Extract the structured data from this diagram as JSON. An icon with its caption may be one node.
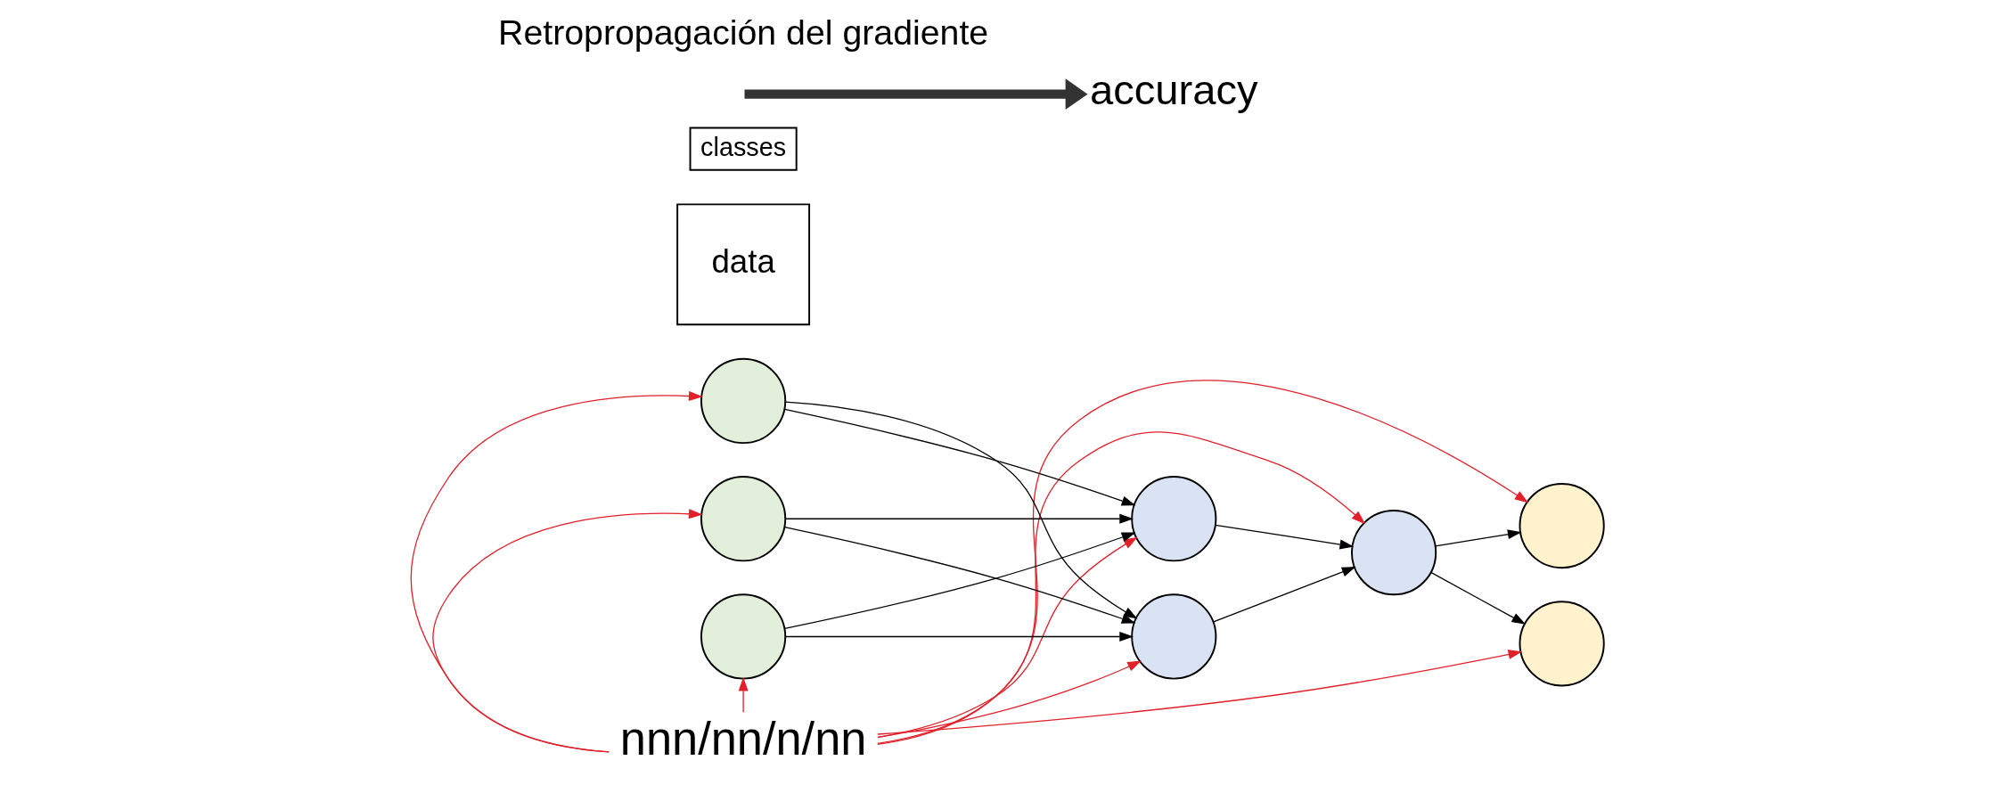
{
  "diagram": {
    "nodes": [
      {
        "text": [
          "nnn/nn/n/nn"
        ]
      },
      {
        "text": [],
        "shape": "circle"
      },
      {
        "text": [],
        "shape": "circle"
      },
      {
        "text": [],
        "shape": "circle"
      },
      {
        "text": [],
        "shape": "circle"
      },
      {
        "text": [],
        "shape": "circle"
      },
      {
        "text": [],
        "shape": "circle"
      },
      {
        "text": [],
        "shape": "circle"
      },
      {
        "text": [],
        "shape": "circle"
      },
      {
        "text": [
          "data"
        ]
      },
      {
        "text": [
          "classes"
        ]
      },
      {
        "text": [
          "accuracy"
        ]
      }
    ],
    "edges": [
      {
        "from": 0,
        "to": 1,
        "arrow": "to",
        "color": "#e0202a"
      },
      {
        "from": 0,
        "to": 2,
        "arrow": "to",
        "color": "#e0202a"
      },
      {
        "from": 0,
        "to": 3,
        "arrow": "to",
        "color": "#e0202a"
      },
      {
        "from": 0,
        "to": 4,
        "arrow": "to",
        "color": "#e0202a"
      },
      {
        "from": 0,
        "to": 5,
        "arrow": "to",
        "color": "#e0202a"
      },
      {
        "from": 0,
        "to": 6,
        "arrow": "to",
        "color": "#e0202a"
      },
      {
        "from": 0,
        "to": 8,
        "arrow": "to",
        "color": "#e0202a"
      },
      {
        "from": 0,
        "to": 7,
        "arrow": "to",
        "color": "#e0202a"
      },
      {
        "from": 1,
        "to": 4,
        "arrow": "to"
      },
      {
        "from": 1,
        "to": 5,
        "arrow": "to"
      },
      {
        "from": 2,
        "to": 4,
        "arrow": "to"
      },
      {
        "from": 2,
        "to": 5,
        "arrow": "to"
      },
      {
        "from": 3,
        "to": 4,
        "arrow": "to"
      },
      {
        "from": 3,
        "to": 5,
        "arrow": "to"
      },
      {
        "from": 4,
        "to": 6,
        "arrow": "to"
      },
      {
        "from": 5,
        "to": 6,
        "arrow": "to"
      },
      {
        "from": 6,
        "to": 7,
        "arrow": "to"
      },
      {
        "from": 6,
        "to": 8,
        "arrow": "to"
      },
      {
        "from": null,
        "to": 11,
        "arrow": "to",
        "style": "thick",
        "color": "#333333"
      }
    ],
    "labels": [
      "Retropropagación del gradiente"
    ]
  }
}
